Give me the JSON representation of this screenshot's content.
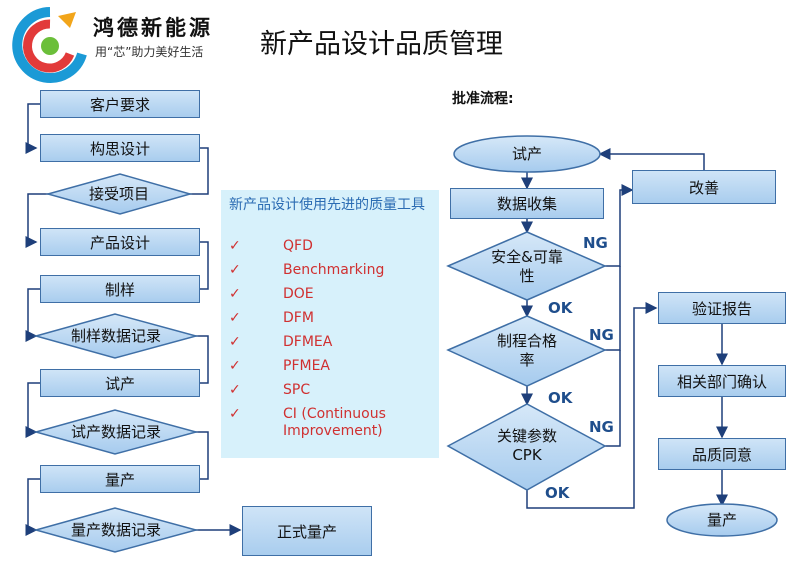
{
  "header": {
    "brand_name": "鸿德新能源",
    "brand_slogan": "用“芯”助力美好生活",
    "title": "新产品设计品质管理"
  },
  "left_flow": {
    "steps": [
      "客户要求",
      "构思设计",
      "接受项目",
      "产品设计",
      "制样",
      "制样数据记录",
      "试产",
      "试产数据记录",
      "量产",
      "量产数据记录",
      "正式量产"
    ]
  },
  "tools_panel": {
    "title": "新产品设计使用先进的质量工具",
    "check_mark": "✓",
    "tools": [
      "QFD",
      "Benchmarking",
      "DOE",
      "DFM",
      "DFMEA",
      "PFMEA",
      "SPC",
      "CI (Continuous Improvement)"
    ]
  },
  "approval": {
    "heading": "批准流程:",
    "trial": "试产",
    "data_collect": "数据收集",
    "safety": "安全&可靠性",
    "yield": "制程合格率",
    "cpk": "关键参数CPK",
    "improve": "改善",
    "report": "验证报告",
    "confirm": "相关部门确认",
    "quality_agree": "品质同意",
    "mass_production": "量产",
    "ng": "NG",
    "ok": "OK"
  }
}
